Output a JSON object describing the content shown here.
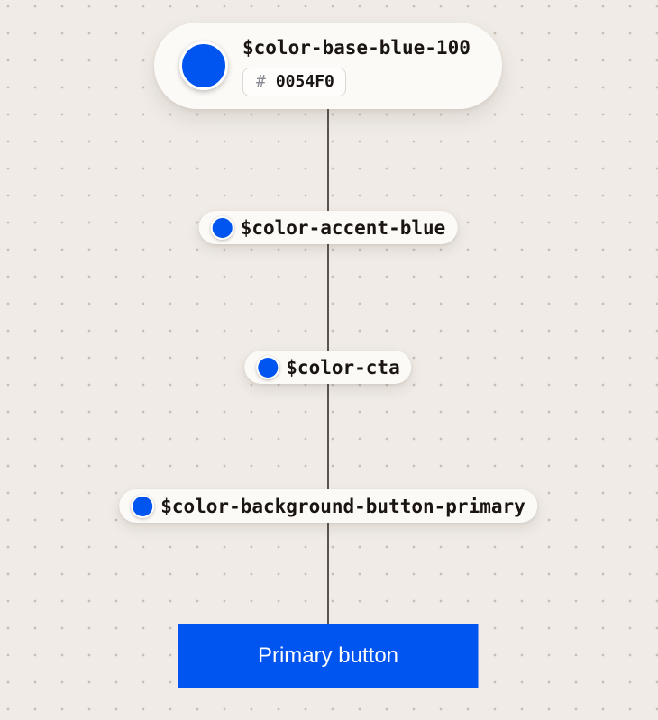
{
  "diagram": {
    "background_color": "#F0EBE6",
    "dot_color": "#C6BFB8",
    "connector_color": "#5B5350",
    "accent_blue": "#0054F0"
  },
  "base_token": {
    "name": "$color-base-blue-100",
    "hex_prefix": "#",
    "hex_value": "0054F0",
    "swatch_color": "#0054F0"
  },
  "alias_tokens": [
    {
      "name": "$color-accent-blue",
      "swatch_color": "#0054F0"
    },
    {
      "name": "$color-cta",
      "swatch_color": "#0054F0"
    },
    {
      "name": "$color-background-button-primary",
      "swatch_color": "#0054F0"
    }
  ],
  "button": {
    "label": "Primary button",
    "background_color": "#0054F0",
    "text_color": "#FDFDFC"
  }
}
